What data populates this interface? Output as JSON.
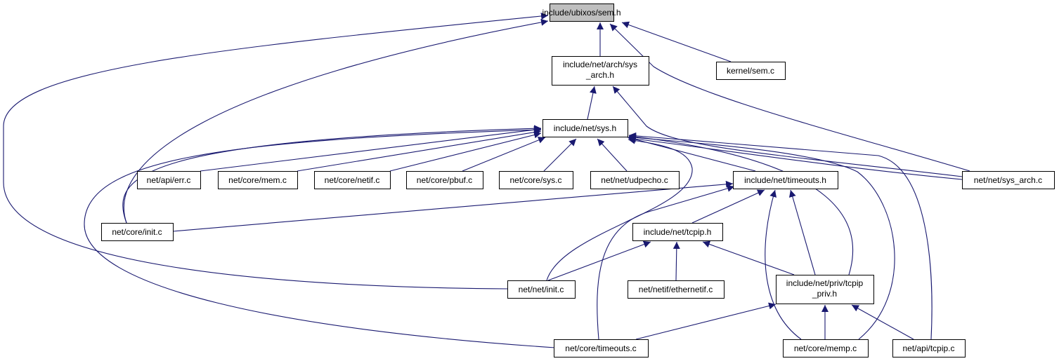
{
  "graph": {
    "edge_color": "#191970",
    "root_fill": "#bfbfbf",
    "nodes": {
      "sem_h": {
        "lines": [
          "include/ubixos/sem.h"
        ]
      },
      "sys_arch_h": {
        "lines": [
          "include/net/arch/sys",
          "_arch.h"
        ]
      },
      "kernel_sem_c": {
        "lines": [
          "kernel/sem.c"
        ]
      },
      "sys_h": {
        "lines": [
          "include/net/sys.h"
        ]
      },
      "err_c": {
        "lines": [
          "net/api/err.c"
        ]
      },
      "mem_c": {
        "lines": [
          "net/core/mem.c"
        ]
      },
      "netif_c": {
        "lines": [
          "net/core/netif.c"
        ]
      },
      "pbuf_c": {
        "lines": [
          "net/core/pbuf.c"
        ]
      },
      "core_sys_c": {
        "lines": [
          "net/core/sys.c"
        ]
      },
      "udpecho_c": {
        "lines": [
          "net/net/udpecho.c"
        ]
      },
      "timeouts_h": {
        "lines": [
          "include/net/timeouts.h"
        ]
      },
      "sys_arch_c": {
        "lines": [
          "net/net/sys_arch.c"
        ]
      },
      "core_init_c": {
        "lines": [
          "net/core/init.c"
        ]
      },
      "tcpip_h": {
        "lines": [
          "include/net/tcpip.h"
        ]
      },
      "net_init_c": {
        "lines": [
          "net/net/init.c"
        ]
      },
      "ethernetif_c": {
        "lines": [
          "net/netif/ethernetif.c"
        ]
      },
      "tcpip_priv_h": {
        "lines": [
          "include/net/priv/tcpip",
          "_priv.h"
        ]
      },
      "timeouts_c": {
        "lines": [
          "net/core/timeouts.c"
        ]
      },
      "memp_c": {
        "lines": [
          "net/core/memp.c"
        ]
      },
      "api_tcpip_c": {
        "lines": [
          "net/api/tcpip.c"
        ]
      }
    },
    "edges": [
      [
        "sys_arch_h",
        "sem_h"
      ],
      [
        "kernel_sem_c",
        "sem_h"
      ],
      [
        "sys_arch_c",
        "sem_h"
      ],
      [
        "core_init_c",
        "sem_h"
      ],
      [
        "net_init_c",
        "sem_h"
      ],
      [
        "sys_h",
        "sys_arch_h"
      ],
      [
        "sys_arch_c",
        "sys_arch_h"
      ],
      [
        "err_c",
        "sys_h"
      ],
      [
        "mem_c",
        "sys_h"
      ],
      [
        "netif_c",
        "sys_h"
      ],
      [
        "pbuf_c",
        "sys_h"
      ],
      [
        "core_sys_c",
        "sys_h"
      ],
      [
        "udpecho_c",
        "sys_h"
      ],
      [
        "timeouts_h",
        "sys_h"
      ],
      [
        "sys_arch_c",
        "sys_h"
      ],
      [
        "core_init_c",
        "sys_h"
      ],
      [
        "net_init_c",
        "sys_h"
      ],
      [
        "timeouts_c",
        "sys_h"
      ],
      [
        "tcpip_priv_h",
        "sys_h"
      ],
      [
        "memp_c",
        "sys_h"
      ],
      [
        "api_tcpip_c",
        "sys_h"
      ],
      [
        "core_init_c",
        "timeouts_h"
      ],
      [
        "tcpip_h",
        "timeouts_h"
      ],
      [
        "tcpip_priv_h",
        "timeouts_h"
      ],
      [
        "memp_c",
        "timeouts_h"
      ],
      [
        "timeouts_c",
        "timeouts_h"
      ],
      [
        "net_init_c",
        "tcpip_h"
      ],
      [
        "ethernetif_c",
        "tcpip_h"
      ],
      [
        "tcpip_priv_h",
        "tcpip_h"
      ],
      [
        "timeouts_c",
        "tcpip_priv_h"
      ],
      [
        "memp_c",
        "tcpip_priv_h"
      ],
      [
        "api_tcpip_c",
        "tcpip_priv_h"
      ]
    ]
  }
}
